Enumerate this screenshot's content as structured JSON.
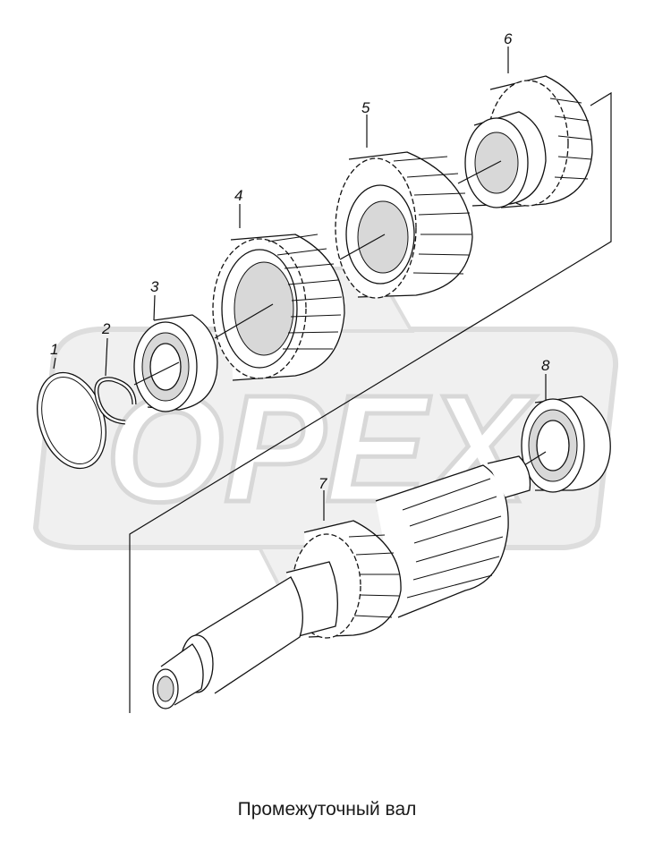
{
  "caption": "Промежуточный вал",
  "watermark": "OPEX",
  "callouts": [
    "1",
    "2",
    "3",
    "4",
    "5",
    "6",
    "7",
    "8"
  ],
  "colors": {
    "line": "#111111",
    "watermark_fill": "#e6e6e6",
    "watermark_stroke": "#d2d2d2"
  }
}
